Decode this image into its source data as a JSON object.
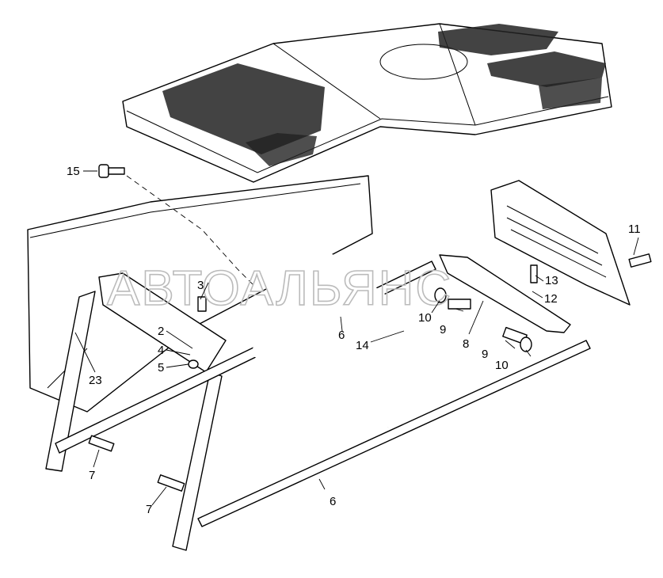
{
  "diagram": {
    "type": "exploded parts diagram",
    "watermark": "АВТОАЛЬЯНС",
    "callouts": {
      "c15": "15",
      "c3": "3",
      "c2": "2",
      "c4": "4",
      "c5": "5",
      "c23": "23",
      "c7a": "7",
      "c7b": "7",
      "c6a": "6",
      "c14": "14",
      "c6b": "6",
      "c10a": "10",
      "c9a": "9",
      "c8": "8",
      "c9b": "9",
      "c10b": "10",
      "c13": "13",
      "c12": "12",
      "c11": "11"
    }
  }
}
